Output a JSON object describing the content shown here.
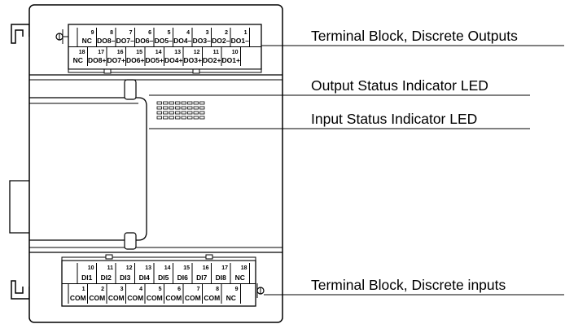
{
  "callouts": {
    "outputs": "Terminal Block, Discrete Outputs",
    "output_led": "Output Status Indicator LED",
    "input_led": "Input Status Indicator LED",
    "inputs": "Terminal Block, Discrete inputs"
  },
  "top_block": {
    "upper_row": [
      {
        "num": "9",
        "label": "NC"
      },
      {
        "num": "8",
        "label": "DO8–"
      },
      {
        "num": "7",
        "label": "DO7–"
      },
      {
        "num": "6",
        "label": "DO6–"
      },
      {
        "num": "5",
        "label": "DO5–"
      },
      {
        "num": "4",
        "label": "DO4–"
      },
      {
        "num": "3",
        "label": "DO3–"
      },
      {
        "num": "2",
        "label": "DO2–"
      },
      {
        "num": "1",
        "label": "DO1–"
      }
    ],
    "lower_row": [
      {
        "num": "18",
        "label": "NC"
      },
      {
        "num": "17",
        "label": "DO8+"
      },
      {
        "num": "16",
        "label": "DO7+"
      },
      {
        "num": "15",
        "label": "DO6+"
      },
      {
        "num": "14",
        "label": "DO5+"
      },
      {
        "num": "13",
        "label": "DO4+"
      },
      {
        "num": "12",
        "label": "DO3+"
      },
      {
        "num": "11",
        "label": "DO2+"
      },
      {
        "num": "10",
        "label": "DO1+"
      }
    ]
  },
  "bottom_block": {
    "upper_row": [
      {
        "num": "10",
        "label": "DI1"
      },
      {
        "num": "11",
        "label": "DI2"
      },
      {
        "num": "12",
        "label": "DI3"
      },
      {
        "num": "13",
        "label": "DI4"
      },
      {
        "num": "14",
        "label": "DI5"
      },
      {
        "num": "15",
        "label": "DI6"
      },
      {
        "num": "16",
        "label": "DI7"
      },
      {
        "num": "17",
        "label": "DI8"
      },
      {
        "num": "18",
        "label": "NC"
      }
    ],
    "lower_row": [
      {
        "num": "1",
        "label": "COM"
      },
      {
        "num": "2",
        "label": "COM"
      },
      {
        "num": "3",
        "label": "COM"
      },
      {
        "num": "4",
        "label": "COM"
      },
      {
        "num": "5",
        "label": "COM"
      },
      {
        "num": "6",
        "label": "COM"
      },
      {
        "num": "7",
        "label": "COM"
      },
      {
        "num": "8",
        "label": "COM"
      },
      {
        "num": "9",
        "label": "NC"
      }
    ]
  },
  "colors": {
    "line": "#000000",
    "background": "#ffffff"
  }
}
